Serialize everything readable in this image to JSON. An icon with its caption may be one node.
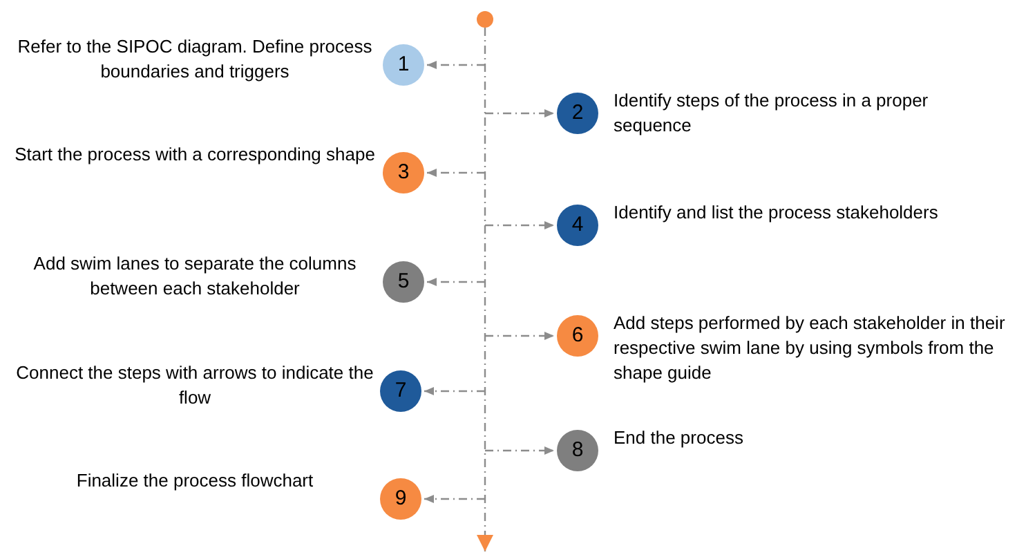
{
  "diagram": {
    "nodes": [
      {
        "text": [],
        "shape": "circle"
      },
      {
        "text": [
          "1"
        ],
        "beside": [
          "Refer to the SIPOC diagram. Define process boundaries and triggers"
        ]
      },
      {
        "text": [
          "2"
        ],
        "beside": [
          "Identify steps of the process in a proper sequence"
        ]
      },
      {
        "text": [
          "3"
        ],
        "beside": [
          "Start the process with a corresponding shape"
        ]
      },
      {
        "text": [
          "4"
        ],
        "beside": [
          "Identify and list the process stakeholders"
        ]
      },
      {
        "text": [
          "5"
        ],
        "beside": [
          "Add swim lanes to separate the columns between each stakeholder"
        ]
      },
      {
        "text": [
          "6"
        ],
        "beside": [
          "Add steps performed by each stakeholder in their respective swim lane by using symbols from the shape guide"
        ]
      },
      {
        "text": [
          "7"
        ],
        "beside": [
          "Connect the steps with arrows to indicate the flow"
        ]
      },
      {
        "text": [
          "8"
        ],
        "beside": [
          "End the process"
        ]
      },
      {
        "text": [
          "9"
        ],
        "beside": [
          "Finalize the process flowchart"
        ]
      }
    ],
    "edges": [
      {
        "from": 0,
        "to": null,
        "arrow": "to",
        "style": "dashed"
      },
      {
        "from": null,
        "to": 1,
        "arrow": "to",
        "style": "dashed"
      },
      {
        "from": null,
        "to": 2,
        "arrow": "to",
        "style": "dashed"
      },
      {
        "from": null,
        "to": 3,
        "arrow": "to",
        "style": "dashed"
      },
      {
        "from": null,
        "to": 4,
        "arrow": "to",
        "style": "dashed"
      },
      {
        "from": null,
        "to": 5,
        "arrow": "to",
        "style": "dashed"
      },
      {
        "from": null,
        "to": 6,
        "arrow": "to",
        "style": "dashed"
      },
      {
        "from": null,
        "to": 7,
        "arrow": "to",
        "style": "dashed"
      },
      {
        "from": null,
        "to": 8,
        "arrow": "to",
        "style": "dashed"
      },
      {
        "from": null,
        "to": 9,
        "arrow": "to",
        "style": "dashed"
      }
    ]
  }
}
